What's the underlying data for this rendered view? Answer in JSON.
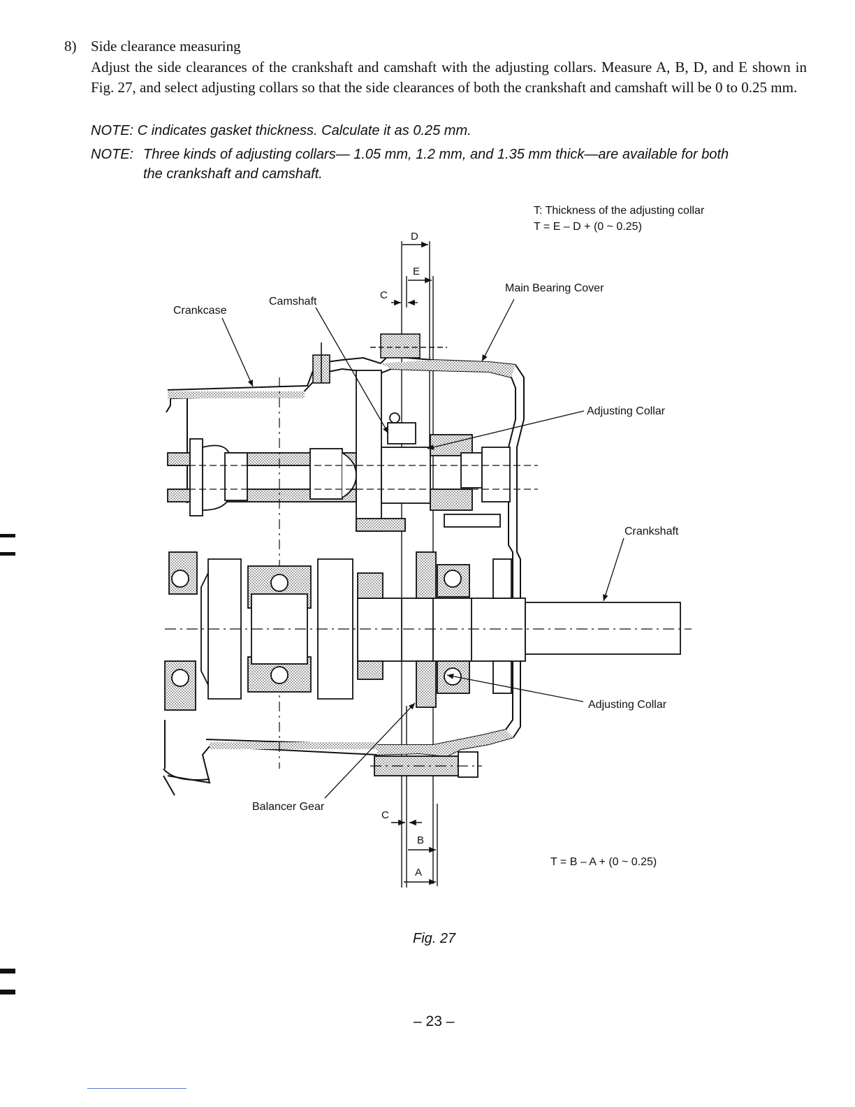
{
  "section": {
    "number": "8)",
    "title": "Side clearance measuring",
    "body": "Adjust the side clearances of the crankshaft and camshaft with the adjusting collars. Measure A, B, D, and E shown in Fig. 27, and select adjusting collars so that the side clearances of both the crankshaft and camshaft will be 0 to 0.25 mm."
  },
  "notes": [
    {
      "label": "NOTE:",
      "text": "C indicates gasket thickness. Calculate it as 0.25 mm."
    },
    {
      "label": "NOTE:",
      "text": "Three kinds of adjusting collars— 1.05 mm, 1.2 mm, and 1.35 mm thick—are available for both",
      "text2": "the crankshaft and camshaft."
    }
  ],
  "figure": {
    "formula_top_label": "T:  Thickness of the adjusting collar",
    "formula_top": "T = E – D + (0 ~ 0.25)",
    "formula_bottom": "T = B – A + (0 ~ 0.25)",
    "labels": {
      "crankcase": "Crankcase",
      "camshaft": "Camshaft",
      "main_bearing_cover": "Main Bearing Cover",
      "adjusting_collar_top": "Adjusting Collar",
      "crankshaft": "Crankshaft",
      "adjusting_collar_bottom": "Adjusting Collar",
      "balancer_gear": "Balancer Gear"
    },
    "dimensions": {
      "d": "D",
      "e": "E",
      "c_top": "C",
      "c_bottom": "C",
      "b": "B",
      "a": "A"
    },
    "caption": "Fig. 27"
  },
  "page_number": "– 23 –"
}
